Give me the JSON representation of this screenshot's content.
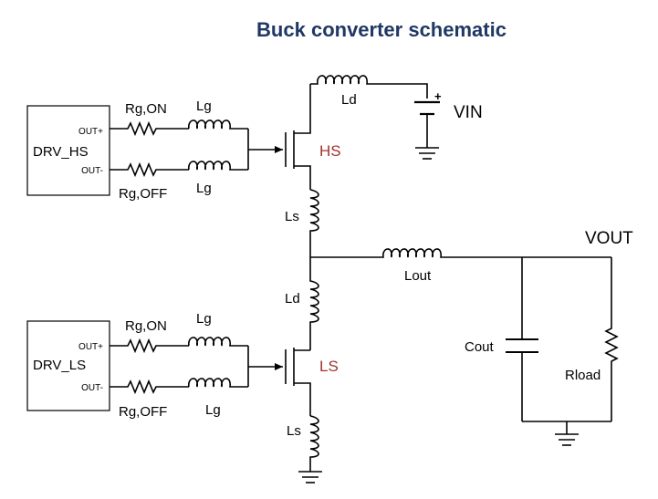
{
  "title": "Buck converter schematic",
  "drivers": {
    "hs": {
      "name": "DRV_HS",
      "out_plus": "OUT+",
      "out_minus": "OUT-"
    },
    "ls": {
      "name": "DRV_LS",
      "out_plus": "OUT+",
      "out_minus": "OUT-"
    }
  },
  "gate": {
    "hs": {
      "rg_on": "Rg,ON",
      "rg_off": "Rg,OFF",
      "lg_top": "Lg",
      "lg_bottom": "Lg"
    },
    "ls": {
      "rg_on": "Rg,ON",
      "rg_off": "Rg,OFF",
      "lg_top": "Lg",
      "lg_bottom": "Lg"
    }
  },
  "switches": {
    "hs": "HS",
    "ls": "LS"
  },
  "parasitics": {
    "ld_top": "Ld",
    "ls_hs": "Ls",
    "ld_ls": "Ld",
    "ls_ls": "Ls"
  },
  "source": {
    "vin": "VIN",
    "plus": "+"
  },
  "output": {
    "lout": "Lout",
    "vout": "VOUT",
    "cout": "Cout",
    "rload": "Rload"
  }
}
